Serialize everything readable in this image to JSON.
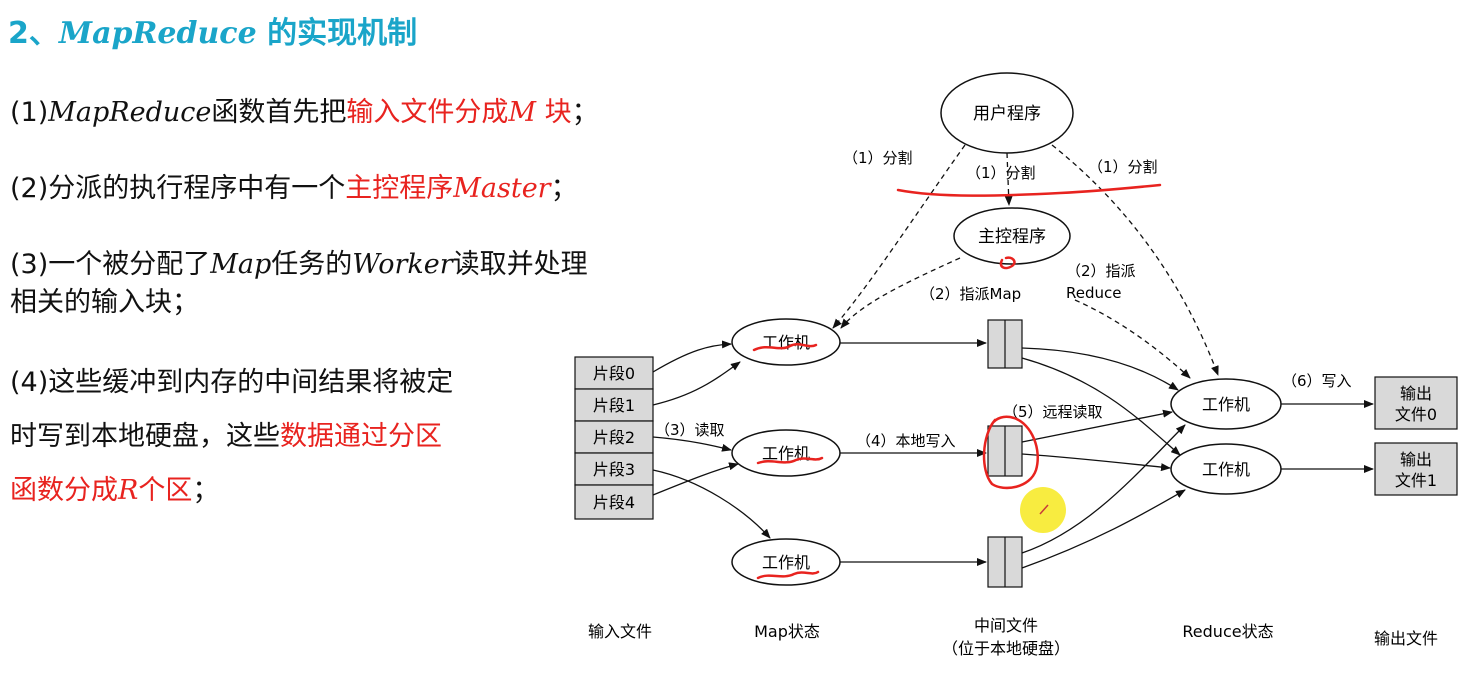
{
  "title": {
    "number": "2、",
    "name": "MapReduce",
    "suffix": " 的实现机制"
  },
  "bullets": [
    {
      "p1": "(1)",
      "it1": "MapReduce",
      "p2": "函数首先把",
      "red1": "输入文件分成",
      "redit": "M",
      "red2": " 块",
      "p3": "；"
    },
    {
      "p1": "(2)分派的执行程序中有一个",
      "red1": "主控程序",
      "redit": "Master",
      "p3": "；"
    },
    {
      "p1": "(3)一个被分配了",
      "it1": "Map",
      "p2": "任务的",
      "it2": "Worker",
      "p3": "读取并处理",
      "line2": "相关的输入块；"
    },
    {
      "p1": "(4)这些缓冲到内存的中间结果将被定",
      "p2": "时写到本地硬盘，这些",
      "red1": "数据通过分区",
      "red2": "函数分成",
      "redit": "R",
      "red3": "个区",
      "p3": "；"
    }
  ],
  "diagram": {
    "user_program": "用户程序",
    "master": "主控程序",
    "split_left": "（1）分割",
    "split_mid": "（1）分割",
    "split_right": "（1）分割",
    "assign_map": "（2）指派Map",
    "assign_reduce_1": "（2）指派",
    "assign_reduce_2": "Reduce",
    "segments": [
      "片段0",
      "片段1",
      "片段2",
      "片段3",
      "片段4"
    ],
    "worker": "工作机",
    "read": "（3）读取",
    "local_write": "（4）本地写入",
    "remote_read": "（5）远程读取",
    "write": "（6）写入",
    "output0_1": "输出",
    "output0_2": "文件0",
    "output1_1": "输出",
    "output1_2": "文件1",
    "labels": {
      "input_files": "输入文件",
      "map_phase": "Map状态",
      "intermediate_1": "中间文件",
      "intermediate_2": "（位于本地硬盘）",
      "reduce_phase": "Reduce状态",
      "output_files": "输出文件"
    }
  },
  "colors": {
    "title": "#1aa5c9",
    "highlight": "#e8231f",
    "box_fill": "#d9d9d9",
    "pointer": "#f5e600"
  }
}
